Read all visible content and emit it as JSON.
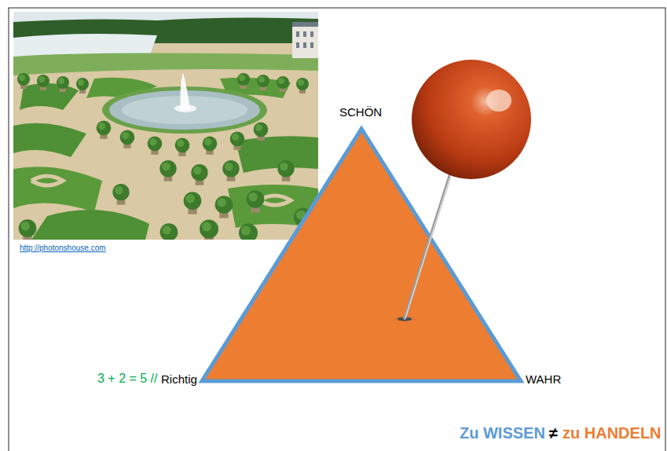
{
  "diagram": {
    "labels": [
      "SCHÖN",
      "http://photonshouse.com",
      "3 + 2 = 5 //",
      "Richtig",
      "WAHR",
      "Zu WISSEN",
      "≠",
      "zu HANDELN"
    ]
  }
}
